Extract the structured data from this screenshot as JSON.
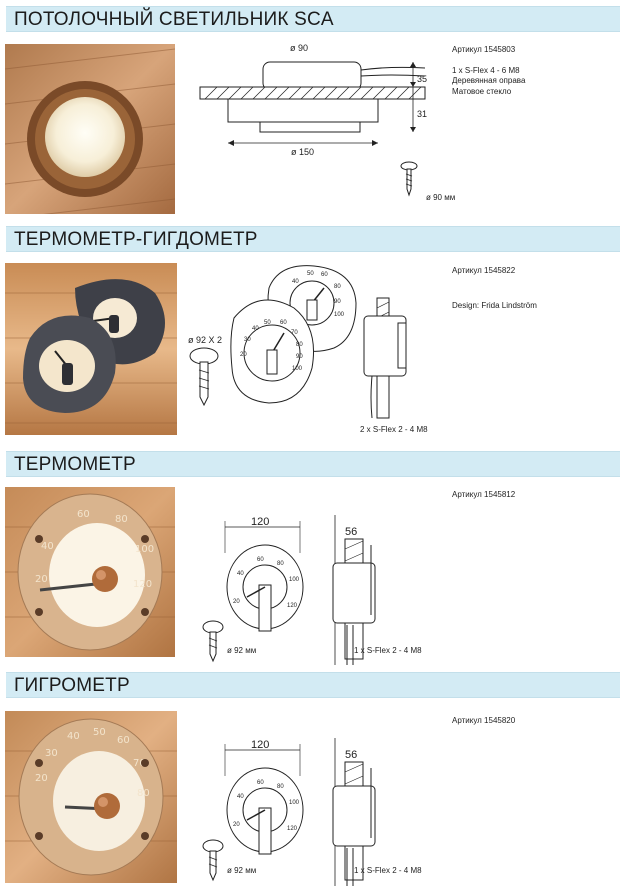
{
  "sections": [
    {
      "title": "ПОТОЛОЧНЫЙ СВЕТИЛЬНИК SCA",
      "article": "Артикул 1545803",
      "specs": [
        "1 x S-Flex 4 - 6 M8",
        "Деревянная оправа",
        "Матовое стекло"
      ],
      "dims": {
        "top": "ø 90",
        "bottom": "ø 150",
        "h1": "35",
        "h2": "31",
        "screw": "ø 90 мм"
      }
    },
    {
      "title": "ТЕРМОМЕТР-ГИГДОМЕТР",
      "article": "Артикул 1545822",
      "design": "Design: Frida Lindström",
      "screw": "ø 92 X 2",
      "connector": "2 x S-Flex 2 - 4 M8"
    },
    {
      "title": "ТЕРМОМЕТР",
      "article": "Артикул 1545812",
      "width": "120",
      "depth": "56",
      "screw": "ø 92 мм",
      "connector": "1 x S-Flex 2 - 4 M8"
    },
    {
      "title": "ГИГРОМЕТР",
      "article": "Артикул 1545820",
      "width": "120",
      "depth": "56",
      "screw": "ø 92 мм",
      "connector": "1 x S-Flex 2 - 4 M8"
    }
  ]
}
